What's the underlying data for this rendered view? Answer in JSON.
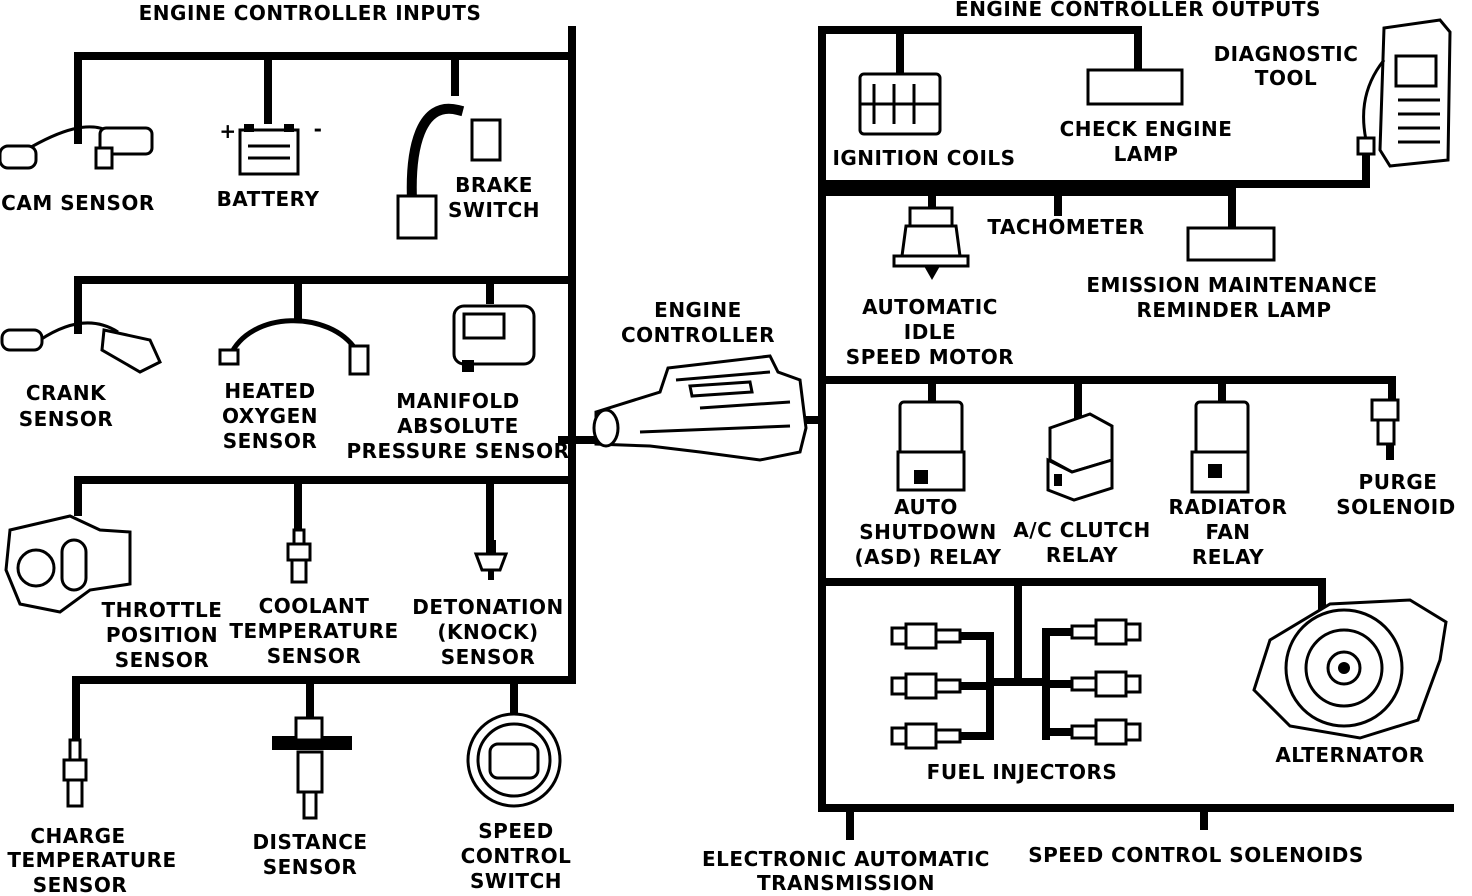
{
  "inputs_title": "ENGINE CONTROLLER INPUTS",
  "outputs_title": "ENGINE CONTROLLER OUTPUTS",
  "controller": [
    "ENGINE",
    "CONTROLLER"
  ],
  "inputs": {
    "cam_sensor": [
      "CAM SENSOR"
    ],
    "battery": [
      "BATTERY"
    ],
    "battery_plus": "+",
    "battery_minus": "-",
    "brake_switch": [
      "BRAKE",
      "SWITCH"
    ],
    "crank_sensor": [
      "CRANK",
      "SENSOR"
    ],
    "heated_oxygen_sensor": [
      "HEATED",
      "OXYGEN",
      "SENSOR"
    ],
    "map_sensor": [
      "MANIFOLD",
      "ABSOLUTE",
      "PRESSURE SENSOR"
    ],
    "throttle_position_sensor": [
      "THROTTLE",
      "POSITION",
      "SENSOR"
    ],
    "coolant_temperature_sensor": [
      "COOLANT",
      "TEMPERATURE",
      "SENSOR"
    ],
    "detonation_sensor": [
      "DETONATION",
      "(KNOCK)",
      "SENSOR"
    ],
    "charge_temperature_sensor": [
      "CHARGE",
      "TEMPERATURE",
      "SENSOR"
    ],
    "distance_sensor": [
      "DISTANCE",
      "SENSOR"
    ],
    "speed_control_switch": [
      "SPEED",
      "CONTROL",
      "SWITCH"
    ]
  },
  "outputs": {
    "ignition_coils": [
      "IGNITION COILS"
    ],
    "check_engine_lamp": [
      "CHECK ENGINE",
      "LAMP"
    ],
    "diagnostic_tool": [
      "DIAGNOSTIC",
      "TOOL"
    ],
    "tachometer": [
      "TACHOMETER"
    ],
    "idle_speed_motor": [
      "AUTOMATIC",
      "IDLE",
      "SPEED MOTOR"
    ],
    "emission_lamp": [
      "EMISSION MAINTENANCE",
      "REMINDER LAMP"
    ],
    "asd_relay": [
      "AUTO",
      "SHUTDOWN",
      "(ASD) RELAY"
    ],
    "ac_clutch_relay": [
      "A/C CLUTCH",
      "RELAY"
    ],
    "radiator_fan_relay": [
      "RADIATOR",
      "FAN",
      "RELAY"
    ],
    "purge_solenoid": [
      "PURGE",
      "SOLENOID"
    ],
    "fuel_injectors": [
      "FUEL INJECTORS"
    ],
    "alternator": [
      "ALTERNATOR"
    ],
    "electronic_transmission": [
      "ELECTRONIC AUTOMATIC",
      "TRANSMISSION"
    ],
    "speed_control_solenoids": [
      "SPEED CONTROL SOLENOIDS"
    ]
  }
}
